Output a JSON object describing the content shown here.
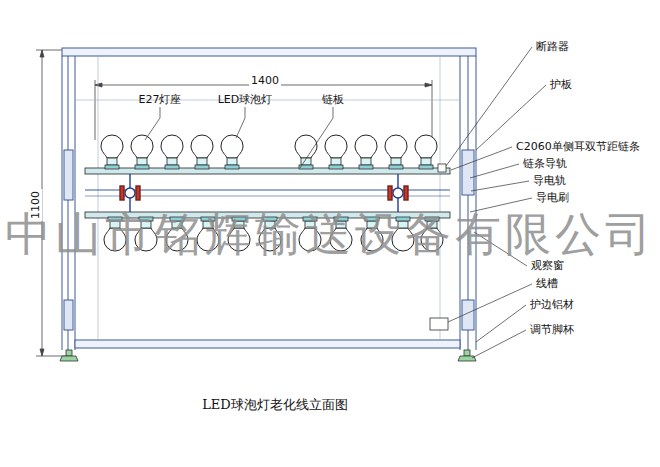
{
  "diagram": {
    "caption": "LED球泡灯老化线立面图",
    "labels": [
      "1400",
      "1100",
      "E27灯座",
      "LED球泡灯",
      "链板",
      "断路器",
      "护板",
      "C2060单侧耳双节距链条",
      "链条导轨",
      "导电轨",
      "导电刷",
      "观察窗",
      "线槽",
      "护边铝材",
      "调节脚杯",
      "中山市铭辉输送设备有限公司"
    ]
  }
}
